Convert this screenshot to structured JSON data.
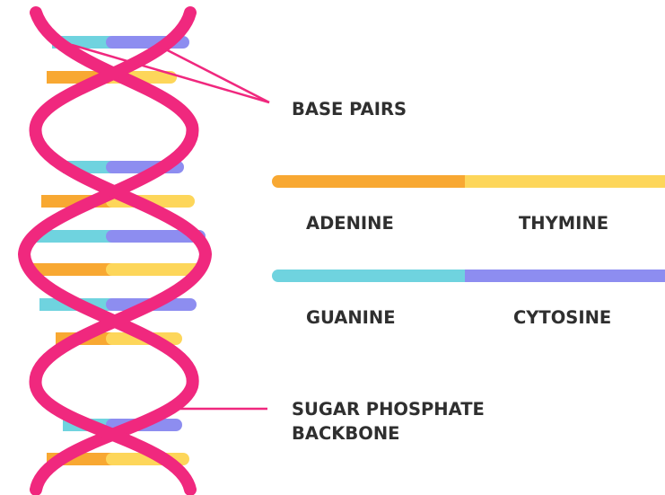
{
  "labels": {
    "base_pairs": "BASE PAIRS",
    "sugar_backbone_line1": "SUGAR PHOSPHATE",
    "sugar_backbone_line2": "BACKBONE"
  },
  "legend": [
    {
      "left": "ADENINE",
      "right": "THYMINE",
      "left_color": "#f8a832",
      "right_color": "#fdd65a"
    },
    {
      "left": "GUANINE",
      "right": "CYTOSINE",
      "left_color": "#6fd3df",
      "right_color": "#8d8df0"
    }
  ],
  "colors": {
    "backbone": "#f0287e",
    "pointer_line": "#f0287e",
    "label_text": "#2f2f2f",
    "adenine": "#f8a832",
    "thymine": "#fdd65a",
    "guanine": "#6fd3df",
    "cytosine": "#8d8df0"
  },
  "helix_rungs": [
    {
      "left": "guanine",
      "right": "cytosine"
    },
    {
      "left": "adenine",
      "right": "thymine"
    },
    {
      "left": "guanine",
      "right": "cytosine"
    },
    {
      "left": "adenine",
      "right": "thymine"
    },
    {
      "left": "guanine",
      "right": "cytosine"
    },
    {
      "left": "adenine",
      "right": "thymine"
    },
    {
      "left": "guanine",
      "right": "cytosine"
    },
    {
      "left": "adenine",
      "right": "thymine"
    },
    {
      "left": "guanine",
      "right": "cytosine"
    },
    {
      "left": "adenine",
      "right": "thymine"
    }
  ]
}
